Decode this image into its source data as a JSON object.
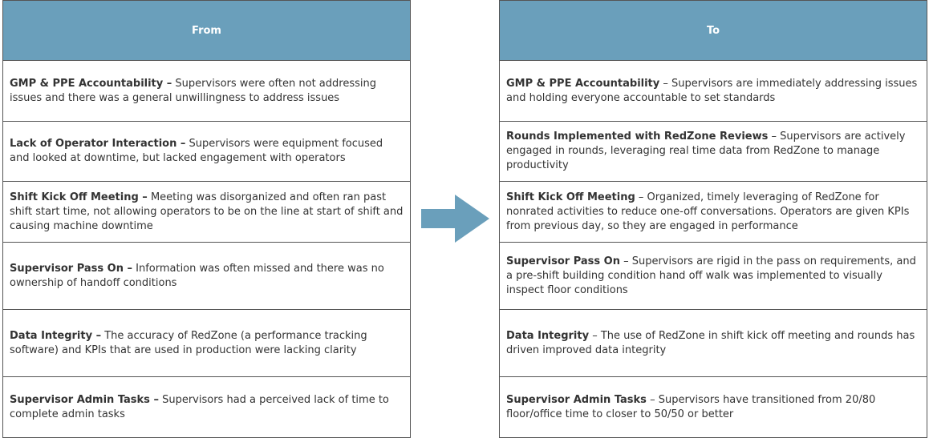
{
  "headers": {
    "from": "From",
    "to": "To"
  },
  "from_rows": [
    {
      "label": "GMP & PPE Accountability –",
      "text": " Supervisors were often not addressing issues and there was a general unwillingness to address issues"
    },
    {
      "label": "Lack of Operator Interaction –",
      "text": " Supervisors were equipment focused and looked at downtime, but lacked engagement with operators"
    },
    {
      "label": "Shift Kick Off Meeting –",
      "text": " Meeting was disorganized and often ran past shift start time, not allowing operators to be on the line at start of shift and causing machine downtime"
    },
    {
      "label": "Supervisor Pass On –",
      "text": " Information was often missed and there was no ownership of handoff conditions"
    },
    {
      "label": "Data Integrity –",
      "text": " The accuracy of RedZone (a performance tracking software) and KPIs that are used in production were lacking clarity"
    },
    {
      "label": "Supervisor Admin Tasks –",
      "text": " Supervisors had a perceived lack of time to complete admin tasks"
    }
  ],
  "to_rows": [
    {
      "label": "GMP & PPE Accountability",
      "text": " – Supervisors are immediately addressing issues and holding everyone accountable to set standards"
    },
    {
      "label": "Rounds Implemented with RedZone Reviews",
      "text": " – Supervisors are actively engaged in rounds, leveraging real time data from RedZone to manage productivity"
    },
    {
      "label": "Shift Kick Off Meeting",
      "text": " – Organized, timely leveraging of RedZone for nonrated activities to reduce one-off conversations. Operators are given KPIs from previous day, so they are engaged in performance"
    },
    {
      "label": "Supervisor Pass On",
      "text": " – Supervisors are rigid in the pass on requirements, and a pre-shift building condition hand off walk was implemented to visually inspect floor conditions"
    },
    {
      "label": "Data Integrity",
      "text": " – The use of RedZone in shift kick off meeting and rounds has driven improved data integrity"
    },
    {
      "label": "Supervisor Admin Tasks",
      "text": " – Supervisors have transitioned from 20/80 floor/office time to closer to 50/50 or better"
    }
  ],
  "colors": {
    "header_bg": "#6a9fbb",
    "arrow": "#6a9fbb",
    "border": "#555555",
    "text": "#333333"
  },
  "icons": {
    "arrow": "right-arrow-icon"
  }
}
